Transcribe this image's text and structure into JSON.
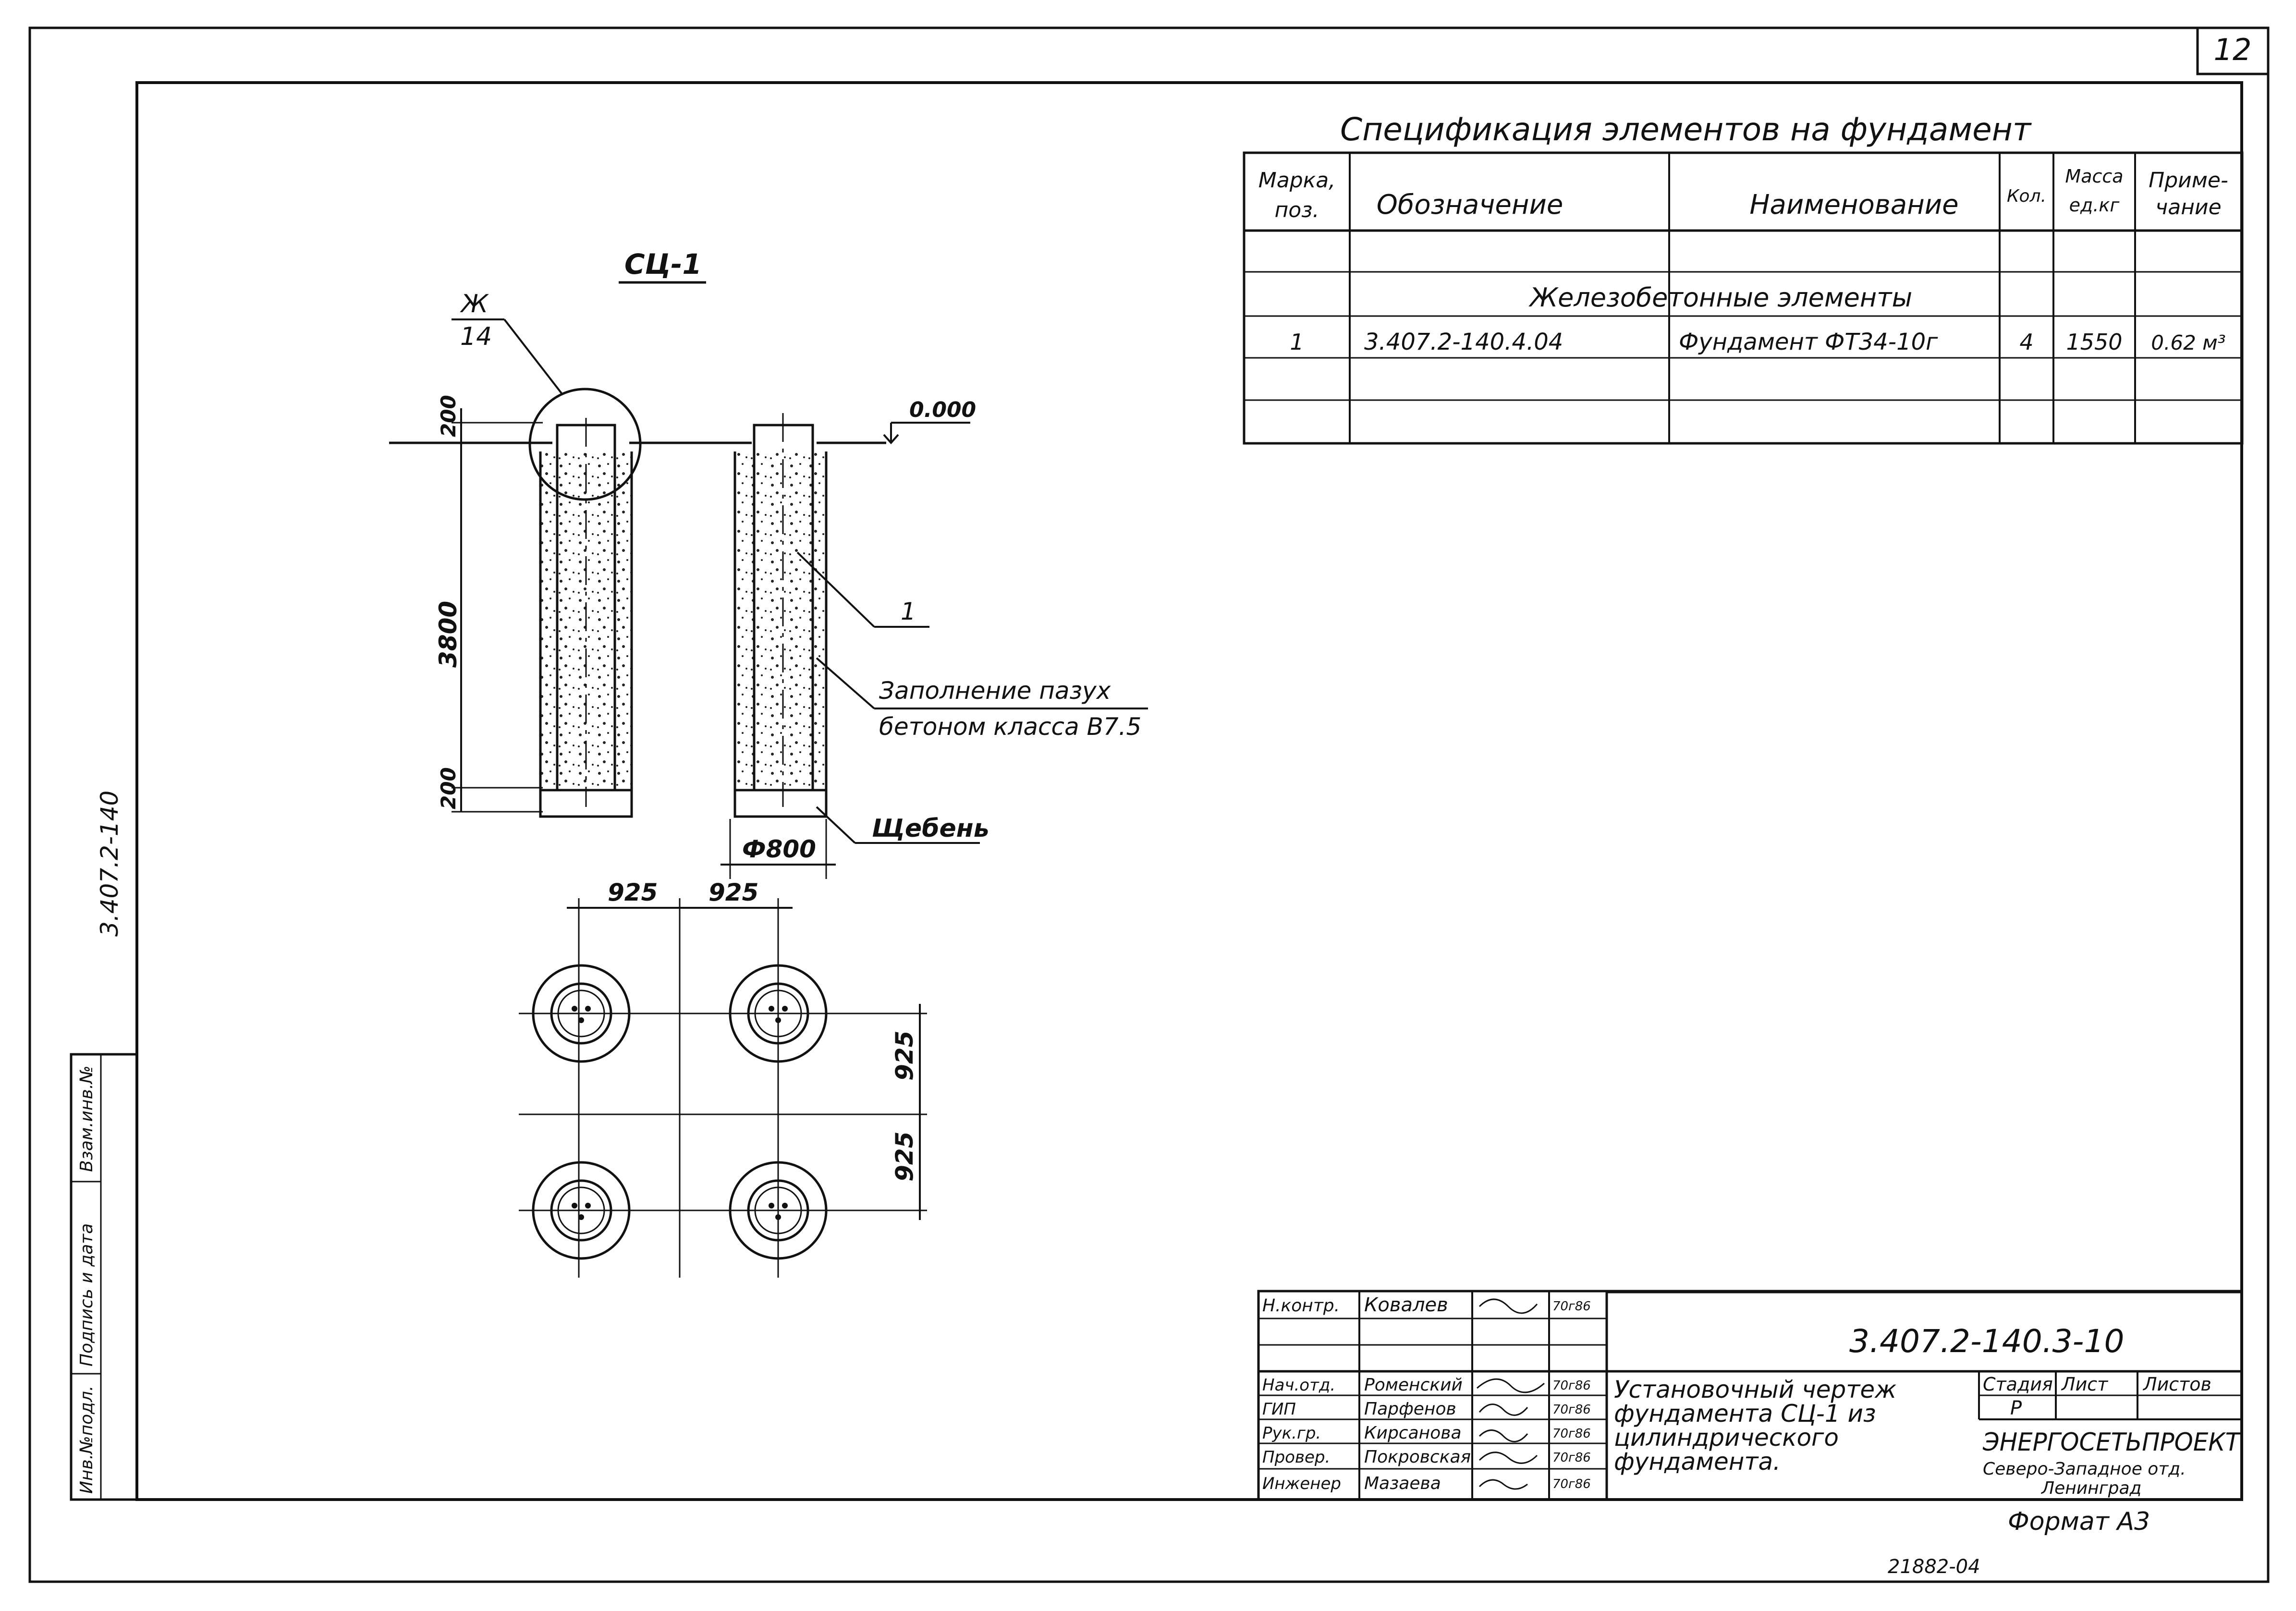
{
  "sheet": {
    "page_number": "12",
    "side_code": "3.407.2-140",
    "side_stamp": [
      "Инв.№подл.",
      "Подпись и дата",
      "Взам.инв.№"
    ],
    "bottom_code": "21882-04"
  },
  "specification": {
    "title": "Спецификация элементов на фундамент",
    "headers": {
      "mark": [
        "Марка,",
        "поз."
      ],
      "designation": "Обозначение",
      "name": "Наименование",
      "qty": "Кол.",
      "mass": [
        "Масса",
        "ед.кг"
      ],
      "note": [
        "Приме-",
        "чание"
      ]
    },
    "section": "Железобетонные элементы",
    "rows": [
      {
        "mark": "1",
        "designation": "3.407.2-140.4.04",
        "name": "Фундамент ФТ34-10г",
        "qty": "4",
        "mass": "1550",
        "note": "0.62 м³"
      }
    ]
  },
  "drawing": {
    "section_title": "СЦ-1",
    "callout_top": "Ж",
    "callout_bottom": "14",
    "level_mark": "0.000",
    "dim_top": "200",
    "dim_depth": "3800",
    "dim_bottom": "200",
    "position_label": "1",
    "fill_note_line1": "Заполнение пазух",
    "fill_note_line2": "бетоном класса В7.5",
    "gravel_label": "Щебень",
    "diameter_label": "Ф800",
    "plan_spacing_1": "925",
    "plan_spacing_2": "925",
    "plan_spacing_v1": "925",
    "plan_spacing_v2": "925"
  },
  "title_block": {
    "code": "3.407.2-140.3-10",
    "title_lines": [
      "Установочный чертеж",
      "фундамента СЦ-1 из",
      "цилиндрического",
      "фундамента."
    ],
    "stage_header": "Стадия",
    "sheet_header": "Лист",
    "sheets_header": "Листов",
    "stage_value": "Р",
    "org": "ЭНЕРГОСЕТЬПРОЕКТ",
    "branch_line1": "Северо-Западное отд.",
    "branch_line2": "Ленинград",
    "format": "Формат А3",
    "staff": [
      {
        "role": "Н.контр.",
        "name": "Ковалев",
        "date": "70г86"
      },
      {
        "role": "Нач.отд.",
        "name": "Роменский",
        "date": "70г86"
      },
      {
        "role": "ГИП",
        "name": "Парфенов",
        "date": "70г86"
      },
      {
        "role": "Рук.гр.",
        "name": "Кирсанова",
        "date": "70г86"
      },
      {
        "role": "Провер.",
        "name": "Покровская",
        "date": "70г86"
      },
      {
        "role": "Инженер",
        "name": "Мазаева",
        "date": "70г86"
      }
    ]
  }
}
